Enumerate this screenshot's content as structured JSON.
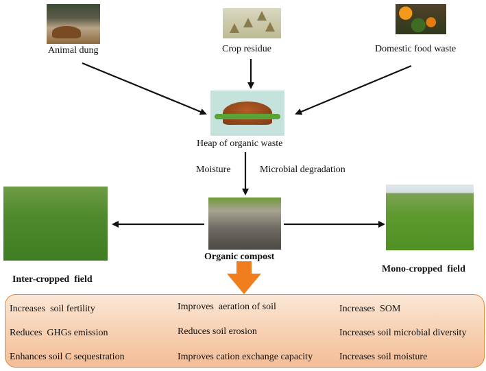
{
  "sources": {
    "animal_dung": "Animal dung",
    "crop_residue": "Crop residue",
    "food_waste": "Domestic food waste"
  },
  "heap_label": "Heap of organic waste",
  "process": {
    "moisture": "Moisture",
    "microbial": "Microbial degradation"
  },
  "compost_label": "Organic compost",
  "fields": {
    "intercropped": "Inter-cropped  field",
    "monocropped": "Mono-cropped  field"
  },
  "benefits": {
    "col1": [
      "Increases  soil fertility",
      "Reduces  GHGs emission",
      "Enhances soil C sequestration"
    ],
    "col2": [
      "Improves  aeration of soil",
      "Reduces soil erosion",
      "Improves cation exchange capacity"
    ],
    "col3": [
      "Increases  SOM",
      "Increases soil microbial diversity",
      "Increases soil moisture"
    ]
  },
  "colors": {
    "arrow": "#111111",
    "orange_arrow": "#f07e1e",
    "box_border": "#e08a3c",
    "box_fill": "#f7cfb0"
  }
}
